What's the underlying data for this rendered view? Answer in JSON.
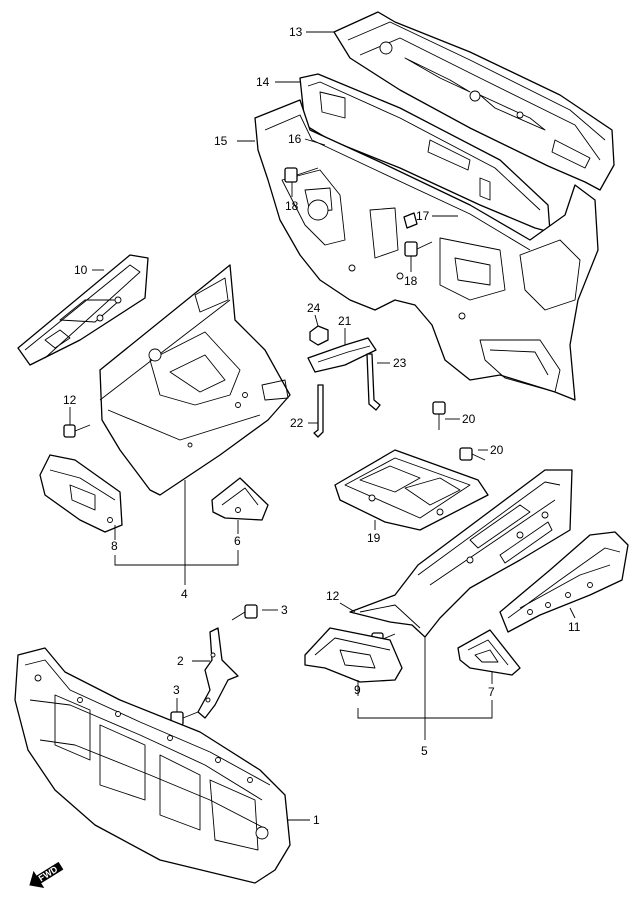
{
  "callouts": [
    {
      "id": "13",
      "text": "13"
    },
    {
      "id": "14",
      "text": "14"
    },
    {
      "id": "15",
      "text": "15"
    },
    {
      "id": "16",
      "text": "16"
    },
    {
      "id": "18a",
      "text": "18"
    },
    {
      "id": "17",
      "text": "17"
    },
    {
      "id": "18b",
      "text": "18"
    },
    {
      "id": "10",
      "text": "10"
    },
    {
      "id": "24",
      "text": "24"
    },
    {
      "id": "21",
      "text": "21"
    },
    {
      "id": "23",
      "text": "23"
    },
    {
      "id": "12a",
      "text": "12"
    },
    {
      "id": "22",
      "text": "22"
    },
    {
      "id": "20a",
      "text": "20"
    },
    {
      "id": "20b",
      "text": "20"
    },
    {
      "id": "8",
      "text": "8"
    },
    {
      "id": "6",
      "text": "6"
    },
    {
      "id": "19",
      "text": "19"
    },
    {
      "id": "4",
      "text": "4"
    },
    {
      "id": "3a",
      "text": "3"
    },
    {
      "id": "12b",
      "text": "12"
    },
    {
      "id": "11",
      "text": "11"
    },
    {
      "id": "2",
      "text": "2"
    },
    {
      "id": "3b",
      "text": "3"
    },
    {
      "id": "9",
      "text": "9"
    },
    {
      "id": "7",
      "text": "7"
    },
    {
      "id": "5",
      "text": "5"
    },
    {
      "id": "1",
      "text": "1"
    }
  ],
  "fwd_marker": {
    "text": "FWD",
    "icon": "forward-arrow-icon"
  }
}
